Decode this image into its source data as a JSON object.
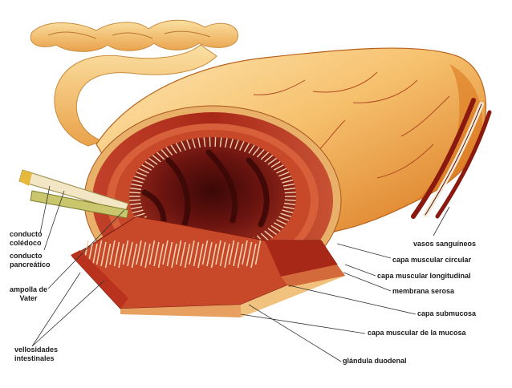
{
  "labels_left": {
    "conducto_coledoco": [
      "conducto",
      "colédoco"
    ],
    "conducto_pancreatico": [
      "conducto",
      "pancreático"
    ],
    "ampolla_de_vater": [
      "ampolla de",
      "Vater"
    ],
    "vellosidades_intestinales": [
      "vellosidades",
      "intestinales"
    ]
  },
  "labels_right": {
    "vasos_sanguineos": "vasos sanguíneos",
    "capa_muscular_circular": "capa muscular circular",
    "capa_muscular_longitudinal": "capa muscular longitudinal",
    "membrana_serosa": "membrana serosa",
    "capa_submucosa": "capa submucosa",
    "capa_muscular_de_la_mucosa": "capa muscular de la mucosa",
    "glandula_duodenal": "glándula duodenal"
  },
  "colors": {
    "serosa": "#f4c57a",
    "serosa_dark": "#d97a1c",
    "muscle": "#b8321e",
    "mucosa": "#c8482a",
    "villi": "#f2d2b0",
    "lumen": "#5a0e0a",
    "vessel_red": "#8a1a10",
    "vessel_white": "#f3ead8"
  }
}
